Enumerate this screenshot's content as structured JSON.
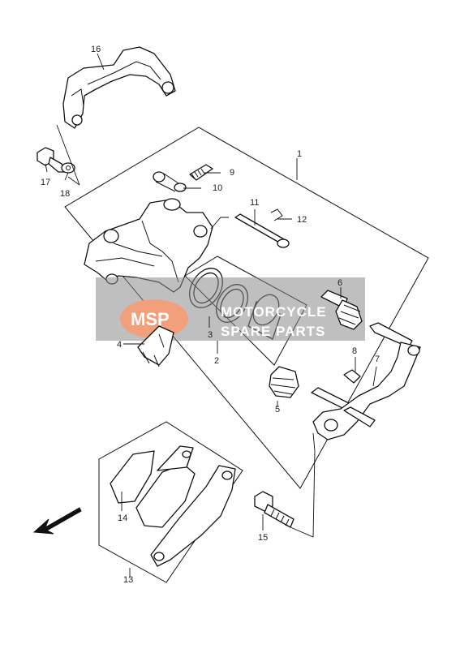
{
  "diagram": {
    "callouts": {
      "p1": "1",
      "p2": "2",
      "p3": "3",
      "p4": "4",
      "p5": "5",
      "p6": "6",
      "p7": "7",
      "p8": "8",
      "p9": "9",
      "p10": "10",
      "p11": "11",
      "p12": "12",
      "p13": "13",
      "p14": "14",
      "p15": "15",
      "p16": "16",
      "p17": "17",
      "p18": "18"
    },
    "watermark": {
      "logo": "MSP",
      "line1": "MOTORCYCLE",
      "line2": "SPARE PARTS",
      "accent_color": "#f2a07b",
      "band_color": "#8a8a8a"
    },
    "arrow_direction": "front-left"
  }
}
